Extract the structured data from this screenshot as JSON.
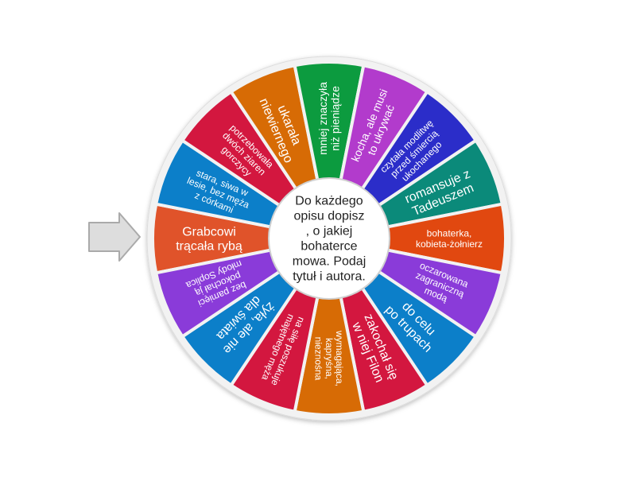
{
  "wheel": {
    "center_text": [
      "Do każdego",
      "opisu dopisz",
      ", o jakiej",
      "bohaterce",
      "mowa. Podaj",
      "tytuł i autora."
    ],
    "segments": [
      {
        "lines": [
          "Grabcowi",
          "trącała rybą"
        ],
        "color": "#e0532a",
        "size": "large"
      },
      {
        "lines": [
          "stara, siwa w",
          "lesie, bez męża",
          "z córkami"
        ],
        "color": "#0c7fc9",
        "size": "small"
      },
      {
        "lines": [
          "potrzebowała",
          "dwóch ziaren",
          "gorczycy"
        ],
        "color": "#d3173f",
        "size": "small"
      },
      {
        "lines": [
          "ukarała",
          "niewiernego"
        ],
        "color": "#d76b05",
        "size": "large"
      },
      {
        "lines": [
          "mniej znaczyła",
          "niż pieniądze"
        ],
        "color": "#0c9b3f",
        "size": "medium"
      },
      {
        "lines": [
          "kocha, ale musi",
          "to ukrywać"
        ],
        "color": "#b23bcc",
        "size": "medium"
      },
      {
        "lines": [
          "czytała modlitwę",
          "przed śmiercią",
          "ukochanego"
        ],
        "color": "#2b2dc9",
        "size": "small"
      },
      {
        "lines": [
          "romansuje z",
          "Tadeuszem"
        ],
        "color": "#0b8a7a",
        "size": "large"
      },
      {
        "lines": [
          "bohaterka,",
          "kobieta-żołnierz"
        ],
        "color": "#e14810",
        "size": "small"
      },
      {
        "lines": [
          "oczarowana",
          "zagraniczną",
          "modą"
        ],
        "color": "#8a3bd9",
        "size": "small"
      },
      {
        "lines": [
          "do celu",
          "po trupach"
        ],
        "color": "#0c7fc9",
        "size": "large"
      },
      {
        "lines": [
          "zakochał się",
          "w niej Filon"
        ],
        "color": "#d3173f",
        "size": "large"
      },
      {
        "lines": [
          "wymagająca,",
          "kapryśna,",
          "nieznośna"
        ],
        "color": "#d76b05",
        "size": "small"
      },
      {
        "lines": [
          "na siłę poszukuje",
          "majętnego męża"
        ],
        "color": "#d3173f",
        "size": "small"
      },
      {
        "lines": [
          "żyła, ale nie",
          "dla świata"
        ],
        "color": "#0c7fc9",
        "size": "large"
      },
      {
        "lines": [
          "bez pamięci",
          "pokochał ją",
          "młody Soplica"
        ],
        "color": "#8a3bd9",
        "size": "small"
      }
    ]
  },
  "pointer": {
    "color": "#dddddd",
    "border": "#aaaaaa"
  }
}
